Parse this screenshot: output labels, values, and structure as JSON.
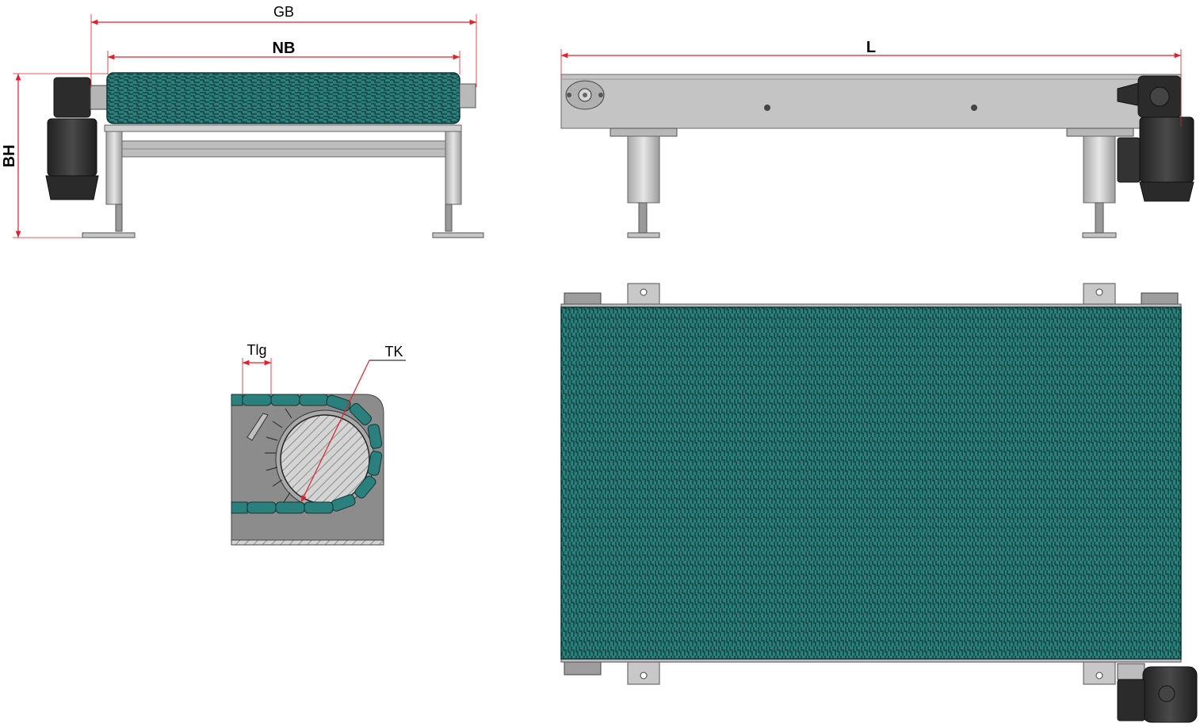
{
  "labels": {
    "gb": "GB",
    "nb": "NB",
    "l": "L",
    "bh": "BH",
    "tlg": "Tlg",
    "tk": "TK"
  },
  "colors": {
    "belt": "#2a7f7c",
    "belt_dark": "#0f3d3b",
    "frame": "#c8c8c8",
    "frame_dark": "#8d8d8d",
    "motor": "#3a3a3a",
    "dimension": "#e0202a"
  }
}
